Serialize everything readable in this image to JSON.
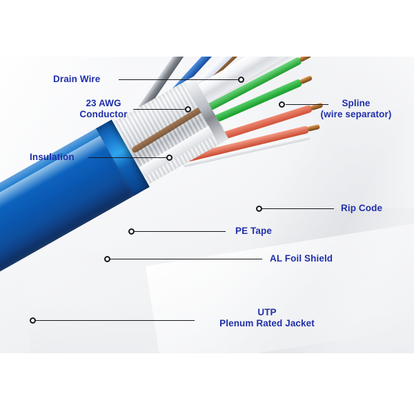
{
  "image": {
    "kind": "product-photo-diagram",
    "subject": "Cat6 shielded network cable cutaway",
    "background_color": "#ffffff",
    "plate_color": "#f4f5f7"
  },
  "palette": {
    "label_blue": "#1f2fa8",
    "leader_black": "#15161c",
    "jacket_blue_light": "#2f86d8",
    "jacket_blue_mid": "#0d62bd",
    "jacket_blue_dark": "#0d3570",
    "foil_silver": "#c9ccd2",
    "spline_white": "#f2f3f6",
    "copper": "#a4682c",
    "wire_green": "#23a935",
    "wire_orange": "#e2604a",
    "wire_blue": "#1f5fc0",
    "wire_brown": "#8a5a33",
    "wire_white": "#f4f5f7",
    "drain_gray": "#8f949b"
  },
  "callouts": [
    {
      "id": "drain-wire",
      "label": "Drain Wire",
      "lines": [
        "Drain Wire"
      ]
    },
    {
      "id": "awg-conductor",
      "label": "23 AWG Conductor",
      "lines": [
        "23 AWG",
        "Conductor"
      ]
    },
    {
      "id": "insulation",
      "label": "Insulation",
      "lines": [
        "Insulation"
      ]
    },
    {
      "id": "spline",
      "label": "Spline (wire separator)",
      "lines": [
        "Spline",
        "(wire separator)"
      ]
    },
    {
      "id": "rip-code",
      "label": "Rip Code",
      "lines": [
        "Rip Code"
      ]
    },
    {
      "id": "pe-tape",
      "label": "PE Tape",
      "lines": [
        "PE Tape"
      ]
    },
    {
      "id": "al-foil-shield",
      "label": "AL Foil Shield",
      "lines": [
        "AL Foil Shield"
      ]
    },
    {
      "id": "utp-jacket",
      "label": "UTP Plenum Rated Jacket",
      "lines": [
        "UTP",
        "Plenum Rated Jacket"
      ]
    }
  ],
  "labels": {
    "drain_wire": "Drain Wire",
    "awg_line1": "23 AWG",
    "awg_line2": "Conductor",
    "insulation": "Insulation",
    "spline_line1": "Spline",
    "spline_line2": "(wire separator)",
    "rip_code": "Rip Code",
    "pe_tape": "PE Tape",
    "al_foil_shield": "AL Foil Shield",
    "utp_line1": "UTP",
    "utp_line2": "Plenum Rated Jacket"
  },
  "cable_layers": [
    {
      "name": "UTP Plenum Rated Jacket",
      "color": "#0d62bd"
    },
    {
      "name": "AL Foil Shield",
      "color": "#c9ccd2"
    },
    {
      "name": "PE Tape",
      "color": "#ffffff"
    },
    {
      "name": "Rip Code",
      "color": "#e8eaed"
    },
    {
      "name": "Drain Wire",
      "color": "#8f949b"
    },
    {
      "name": "Spline (wire separator)",
      "color": "#f2f3f6"
    }
  ],
  "twisted_pairs": [
    {
      "pair": "brown",
      "solid": "#8a5a33",
      "stripe": "#efe4d6"
    },
    {
      "pair": "blue",
      "solid": "#1f5fc0",
      "stripe": "#eef3fb"
    },
    {
      "pair": "green",
      "solid": "#23a935",
      "stripe": "#e9f7ea"
    },
    {
      "pair": "orange",
      "solid": "#e2604a",
      "stripe": "#fbe9e4"
    }
  ]
}
